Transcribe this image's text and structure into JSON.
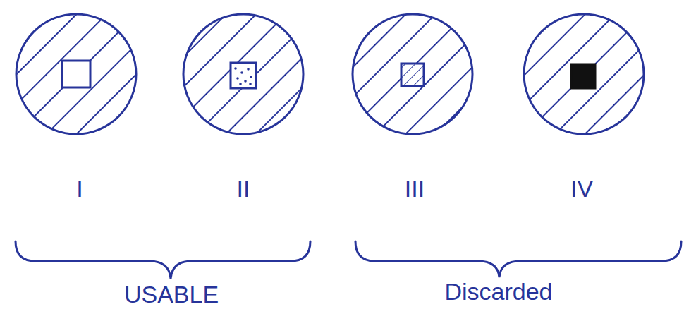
{
  "diagram": {
    "labels": [
      "I",
      "II",
      "III",
      "IV",
      "USABLE",
      "Discarded"
    ]
  }
}
